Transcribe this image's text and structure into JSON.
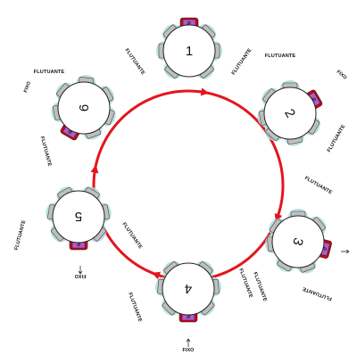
{
  "colors": {
    "rotation_arrow": "#e3161d",
    "table_fill": "#ffffff",
    "table_stroke": "#222222",
    "chair_floating": "#bfbfbf",
    "chair_glow": "#a8ddd9",
    "chair_fixed_back": "#d0021b",
    "chair_fixed_seat": "#b05cc7"
  },
  "labels": {
    "floating": "FLUTUANTE",
    "fixed": "FIXO",
    "seat_glyph": "&"
  },
  "tables": [
    {
      "number": "1"
    },
    {
      "number": "2"
    },
    {
      "number": "3"
    },
    {
      "number": "4"
    },
    {
      "number": "5"
    },
    {
      "number": "6"
    }
  ],
  "rotation": {
    "direction": "clockwise",
    "icon": "rotation-arrow-icon"
  }
}
